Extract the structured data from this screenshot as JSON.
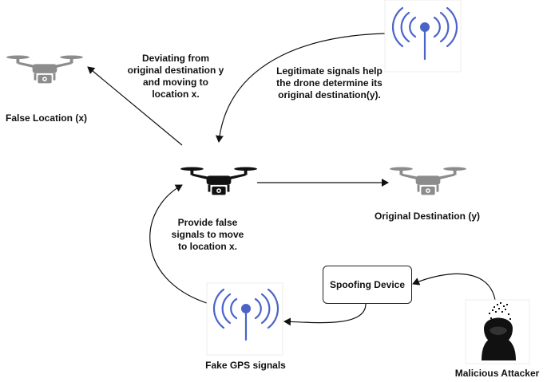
{
  "labels": {
    "deviating": [
      "Deviating from",
      "original destination y",
      "and moving to",
      "location x."
    ],
    "false_location": "False Location (x)",
    "legitimate": [
      "Legitimate signals help",
      "the drone determine its",
      "original destination(y)."
    ],
    "original_destination": "Original Destination (y)",
    "provide_false": [
      "Provide false",
      "signals to move",
      "to location x."
    ],
    "spoofing_device": "Spoofing Device",
    "fake_gps": "Fake GPS signals",
    "malicious_attacker": "Malicious Attacker"
  },
  "colors": {
    "drone_active": "#111111",
    "drone_faded": "#8c8c8c",
    "signal_blue": "#4a63c9",
    "arrow": "#111111"
  },
  "icons": [
    "drone-icon",
    "antenna-signal-icon",
    "hacker-icon"
  ]
}
